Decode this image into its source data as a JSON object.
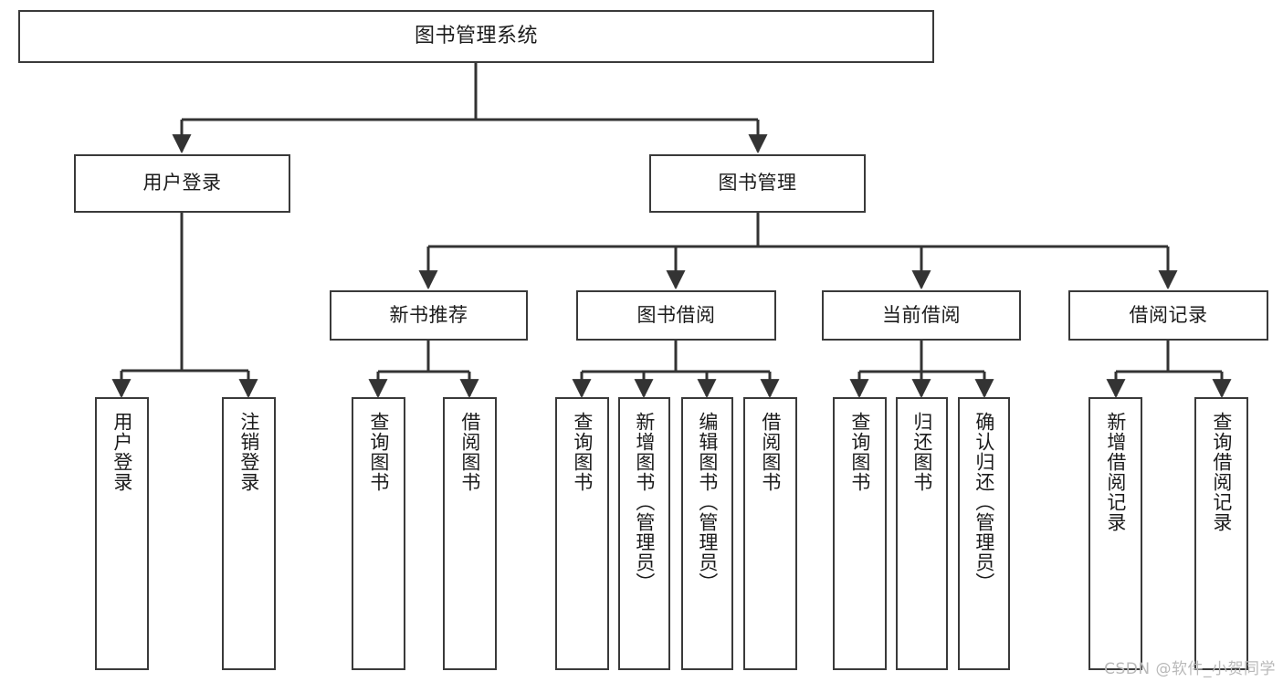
{
  "diagram": {
    "title": "图书管理系统",
    "type": "tree-hierarchy-chart",
    "watermark": "CSDN @软件_小贺同学",
    "colors": {
      "box_border": "#3a3a3a",
      "box_fill": "#ffffff",
      "edge": "#333333",
      "text": "#1b1b1b",
      "watermark": "#b9b9b9",
      "background": "#ffffff"
    },
    "root": {
      "label": "图书管理系统"
    },
    "level2": [
      {
        "label": "用户登录"
      },
      {
        "label": "图书管理"
      }
    ],
    "level3": [
      {
        "label": "新书推荐"
      },
      {
        "label": "图书借阅"
      },
      {
        "label": "当前借阅"
      },
      {
        "label": "借阅记录"
      }
    ],
    "leaves": {
      "user_login": [
        {
          "label": "用户登录"
        },
        {
          "label": "注销登录"
        }
      ],
      "new_book_recommend": [
        {
          "label": "查询图书"
        },
        {
          "label": "借阅图书"
        }
      ],
      "book_borrow": [
        {
          "label": "查询图书"
        },
        {
          "label": "新增图书（管理员）"
        },
        {
          "label": "编辑图书（管理员）"
        },
        {
          "label": "借阅图书"
        }
      ],
      "current_borrow": [
        {
          "label": "查询图书"
        },
        {
          "label": "归还图书"
        },
        {
          "label": "确认归还（管理员）"
        }
      ],
      "borrow_record": [
        {
          "label": "新增借阅记录"
        },
        {
          "label": "查询借阅记录"
        }
      ]
    }
  }
}
